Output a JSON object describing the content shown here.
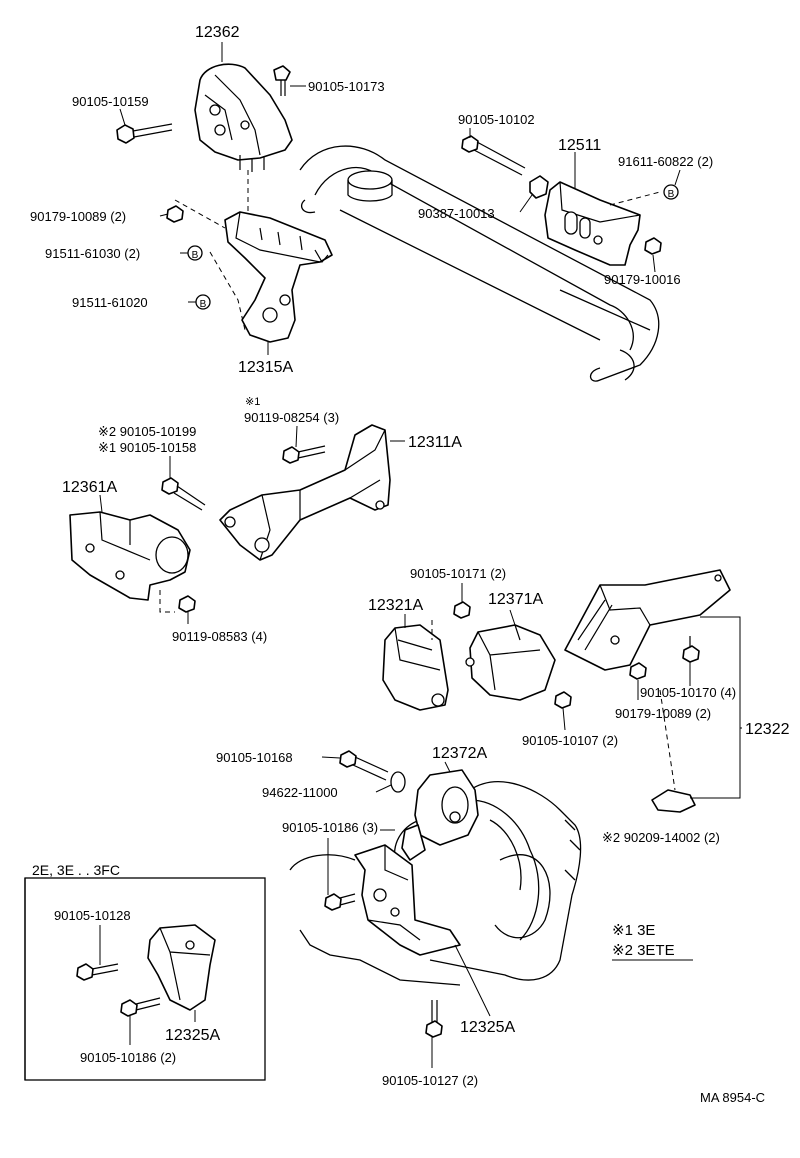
{
  "labels": {
    "p12362": "12362",
    "p90105_10173": "90105-10173",
    "p90105_10159": "90105-10159",
    "p90105_10102": "90105-10102",
    "p12511": "12511",
    "p91611_60822": "91611-60822 (2)",
    "p90179_10089_a": "90179-10089 (2)",
    "p90387_10013": "90387-10013",
    "p91511_61030": "91511-61030 (2)",
    "p90179_10016": "90179-10016",
    "p91511_61020": "91511-61020",
    "p12315A": "12315A",
    "p90119_08254_mark": "※1",
    "p90119_08254": "90119-08254 (3)",
    "p12311A": "12311A",
    "p90105_10199": "※2 90105-10199",
    "p90105_10158": "※1 90105-10158",
    "p12361A": "12361A",
    "p90119_08583": "90119-08583 (4)",
    "p90105_10171": "90105-10171 (2)",
    "p12321A": "12321A",
    "p12371A": "12371A",
    "p90105_10170": "90105-10170 (4)",
    "p90179_10089_b": "90179-10089 (2)",
    "p90105_10107": "90105-10107 (2)",
    "p12322": "12322",
    "p90105_10168": "90105-10168",
    "p12372A": "12372A",
    "p94622_11000": "94622-11000",
    "p90105_10186_a": "90105-10186 (3)",
    "p90209_14002": "※2 90209-14002 (2)",
    "inset_title": "2E, 3E . . 3FC",
    "p90105_10128": "90105-10128",
    "p12325A_inset": "12325A",
    "p90105_10186_b": "90105-10186 (2)",
    "p12325A_main": "12325A",
    "p90105_10127": "90105-10127 (2)",
    "note1": "※1 3E",
    "note2": "※2 3ETE",
    "ref_code": "MA 8954-C"
  },
  "badges": {
    "b_symbol": "B"
  }
}
